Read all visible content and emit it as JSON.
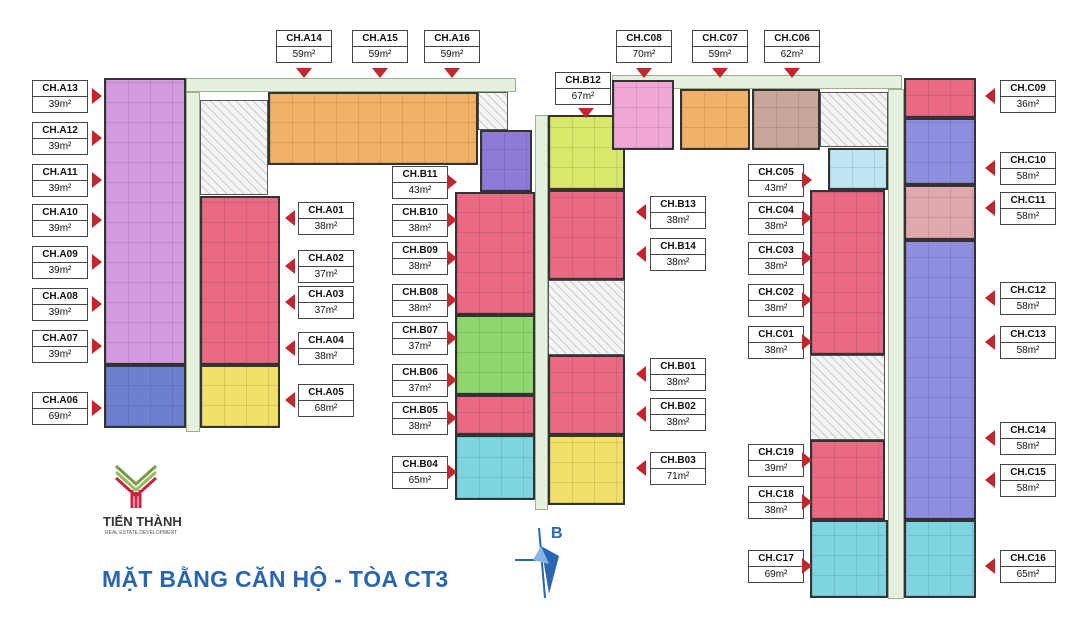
{
  "title": "MẶT BẰNG CĂN HỘ - TÒA CT3",
  "brand": {
    "name": "TIẾN THÀNH",
    "tagline": "REAL ESTATE DEVELOPMENT"
  },
  "compass_label": "B",
  "colors": {
    "purple": "#d39be0",
    "blue": "#6f7fd0",
    "red": "#ea6a86",
    "yellow": "#f2e06a",
    "orange": "#f3b067",
    "green": "#8fd66d",
    "cyan": "#7fd4e2",
    "pink": "#f0a7d8",
    "brown": "#c9a69a",
    "lightblue": "#bfe4f2",
    "arrow": "#c0282f",
    "title": "#2a66b0"
  },
  "units": [
    {
      "id": "CH.A13",
      "area": "39m²"
    },
    {
      "id": "CH.A12",
      "area": "39m²"
    },
    {
      "id": "CH.A11",
      "area": "39m²"
    },
    {
      "id": "CH.A10",
      "area": "39m²"
    },
    {
      "id": "CH.A09",
      "area": "39m²"
    },
    {
      "id": "CH.A08",
      "area": "39m²"
    },
    {
      "id": "CH.A07",
      "area": "39m²"
    },
    {
      "id": "CH.A06",
      "area": "69m²"
    },
    {
      "id": "CH.A01",
      "area": "38m²"
    },
    {
      "id": "CH.A02",
      "area": "37m²"
    },
    {
      "id": "CH.A03",
      "area": "37m²"
    },
    {
      "id": "CH.A04",
      "area": "38m²"
    },
    {
      "id": "CH.A05",
      "area": "68m²"
    },
    {
      "id": "CH.A14",
      "area": "59m²"
    },
    {
      "id": "CH.A15",
      "area": "59m²"
    },
    {
      "id": "CH.A16",
      "area": "59m²"
    },
    {
      "id": "CH.C08",
      "area": "70m²"
    },
    {
      "id": "CH.C07",
      "area": "59m²"
    },
    {
      "id": "CH.C06",
      "area": "62m²"
    },
    {
      "id": "CH.B12",
      "area": "67m²"
    },
    {
      "id": "CH.B11",
      "area": "43m²"
    },
    {
      "id": "CH.B10",
      "area": "38m²"
    },
    {
      "id": "CH.B09",
      "area": "38m²"
    },
    {
      "id": "CH.B08",
      "area": "38m²"
    },
    {
      "id": "CH.B07",
      "area": "37m²"
    },
    {
      "id": "CH.B06",
      "area": "37m²"
    },
    {
      "id": "CH.B05",
      "area": "38m²"
    },
    {
      "id": "CH.B04",
      "area": "65m²"
    },
    {
      "id": "CH.B13",
      "area": "38m²"
    },
    {
      "id": "CH.B14",
      "area": "38m²"
    },
    {
      "id": "CH.B01",
      "area": "38m²"
    },
    {
      "id": "CH.B02",
      "area": "38m²"
    },
    {
      "id": "CH.B03",
      "area": "71m²"
    },
    {
      "id": "CH.C05",
      "area": "43m²"
    },
    {
      "id": "CH.C04",
      "area": "38m²"
    },
    {
      "id": "CH.C03",
      "area": "38m²"
    },
    {
      "id": "CH.C02",
      "area": "38m²"
    },
    {
      "id": "CH.C01",
      "area": "38m²"
    },
    {
      "id": "CH.C19",
      "area": "39m²"
    },
    {
      "id": "CH.C18",
      "area": "38m²"
    },
    {
      "id": "CH.C17",
      "area": "69m²"
    },
    {
      "id": "CH.C09",
      "area": "36m²"
    },
    {
      "id": "CH.C10",
      "area": "58m²"
    },
    {
      "id": "CH.C11",
      "area": "58m²"
    },
    {
      "id": "CH.C12",
      "area": "58m²"
    },
    {
      "id": "CH.C13",
      "area": "58m²"
    },
    {
      "id": "CH.C14",
      "area": "58m²"
    },
    {
      "id": "CH.C15",
      "area": "58m²"
    },
    {
      "id": "CH.C16",
      "area": "65m²"
    }
  ]
}
